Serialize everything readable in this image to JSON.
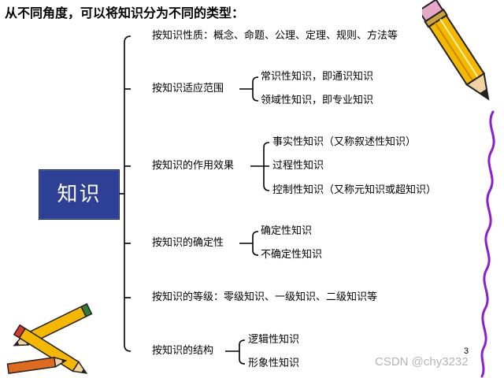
{
  "title": "从不同角度，可以将知识分为不同的类型：",
  "root": "知识",
  "branches": [
    {
      "label": "按知识性质：概念、命题、公理、定理、规则、方法等",
      "children": []
    },
    {
      "label": "按知识适应范围",
      "children": [
        "常识性知识，即通识知识",
        "领域性知识，即专业知识"
      ]
    },
    {
      "label": "按知识的作用效果",
      "children": [
        "事实性知识（又称叙述性知识）",
        "过程性知识",
        "控制性知识（又称元知识或超知识）"
      ]
    },
    {
      "label": "按知识的确定性",
      "children": [
        "确定性知识",
        "不确定性知识"
      ]
    },
    {
      "label": "按知识的等级：零级知识、一级知识、二级知识等",
      "children": []
    },
    {
      "label": "按知识的结构",
      "children": [
        "逻辑性知识",
        "形象性知识"
      ]
    }
  ],
  "page_number": "3",
  "watermark": "CSDN @chy3232",
  "colors": {
    "root_fill": "#2e3f96",
    "pencil_body": "#f5b800",
    "squiggle": "#8a1fd1"
  },
  "icons": [
    "pencil-clipart",
    "crossed-pencils-clipart",
    "squiggle-line"
  ]
}
